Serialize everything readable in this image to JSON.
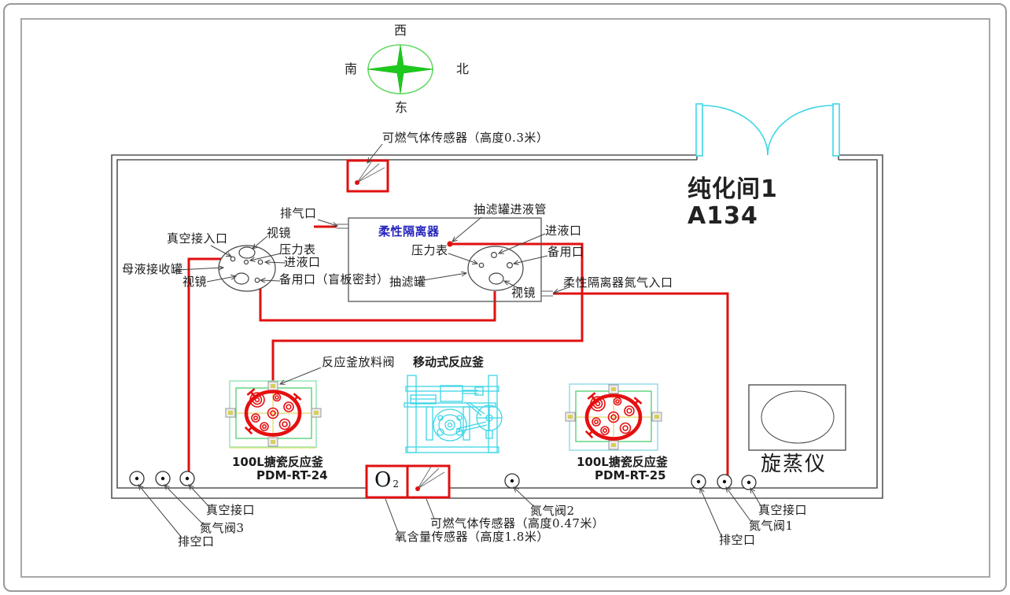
{
  "title": {
    "room_line1": "纯化间1",
    "room_line2": "A134"
  },
  "compass": {
    "top": "西",
    "left": "南",
    "right": "北",
    "bottom": "东"
  },
  "top_sensor": {
    "label": "可燃气体传感器（高度0.3米）"
  },
  "isolator": {
    "name": "柔性隔离器",
    "exhaust_port": "排气口",
    "feed_pipe": "抽滤罐进液管",
    "inlet_port": "进液口",
    "spare_port": "备用口",
    "pressure_gauge": "压力表",
    "filter_tank": "抽滤罐",
    "sight_glass": "视镜",
    "nitrogen_inlet": "柔性隔离器氮气入口"
  },
  "mother_tank": {
    "name": "母液接收罐",
    "vacuum_port": "真空接入口",
    "sight_glass_top": "视镜",
    "pressure_gauge": "压力表",
    "inlet_port": "进液口",
    "sight_glass_bottom": "视镜",
    "spare_port": "备用口（盲板密封）"
  },
  "reactor_left": {
    "name": "100L搪瓷反应釜",
    "code": "PDM-RT-24"
  },
  "reactor_right": {
    "name": "100L搪瓷反应釜",
    "code": "PDM-RT-25"
  },
  "mobile_reactor": {
    "name": "移动式反应釜",
    "discharge_valve": "反应釜放料阀"
  },
  "rotovap": {
    "name": "旋蒸仪"
  },
  "bottom_sensors": {
    "oxygen_label": "氧含量传感器（高度1.8米）",
    "oxygen_symbol": "O",
    "oxygen_sub": "2",
    "flammable_label": "可燃气体传感器（高度0.47米）"
  },
  "bottom_ports_left": {
    "vacuum": "真空接口",
    "nitrogen": "氮气阀3",
    "vent": "排空口"
  },
  "bottom_ports_mid": {
    "nitrogen": "氮气阀2"
  },
  "bottom_ports_right": {
    "vacuum": "真空接口",
    "nitrogen": "氮气阀1",
    "vent": "排空口"
  },
  "colors": {
    "pipe_red": "#e01010",
    "cad_cyan": "#3cd6e6",
    "compass_green": "#1dc91d",
    "isolator_blue": "#2424bb",
    "reactor_red": "#e60f0f"
  }
}
